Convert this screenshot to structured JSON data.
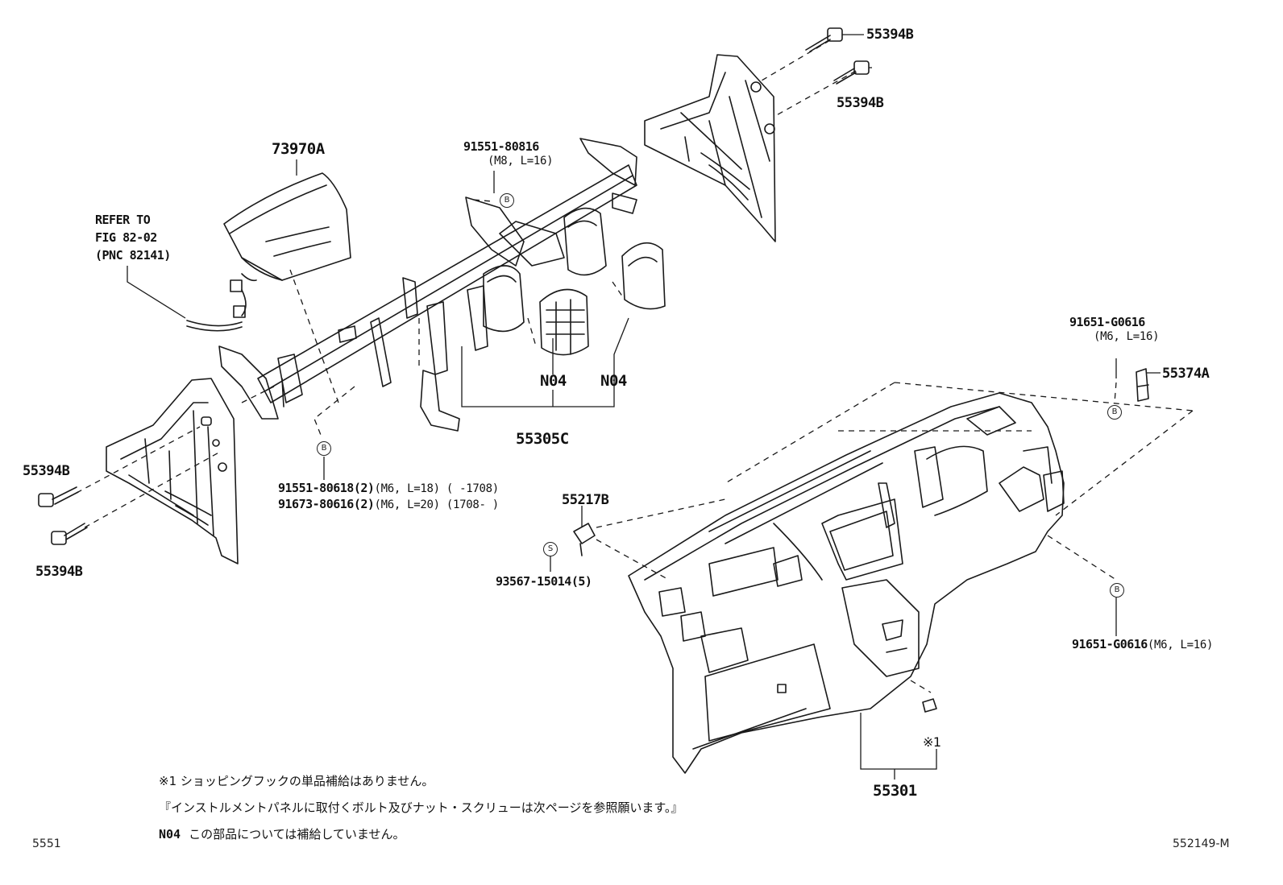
{
  "labels": {
    "p55394b_1": "55394B",
    "p55394b_2": "55394B",
    "p55394b_3": "55394B",
    "p55394b_4": "55394B",
    "p73970a": "73970A",
    "refer_1": "REFER TO",
    "refer_2": "FIG 82-02",
    "refer_3": "(PNC 82141)",
    "p91551_80816": "91551-80816",
    "p91551_80816_spec": "(M8, L=16)",
    "n04_left": "N04",
    "n04_right": "N04",
    "p55305c": "55305C",
    "p91551_80618": "91551-80618(2)",
    "p91551_80618_spec": "(M6, L=18) (      -1708)",
    "p91673_80616": "91673-80616(2)",
    "p91673_80616_spec": "(M6, L=20) (1708-      )",
    "p55217b": "55217B",
    "p93567": "93567-15014(5)",
    "p91651_top": "91651-G0616",
    "p91651_top_spec": "(M6, L=16)",
    "p55374a": "55374A",
    "p91651_bottom": "91651-G0616",
    "p91651_bottom_spec": "(M6, L=16)",
    "p55301": "55301",
    "star1": "※1"
  },
  "markers": {
    "b": "B",
    "s": "S"
  },
  "notes": {
    "note1": "※1 ショッピングフックの単品補給はありません。",
    "note2": "『インストルメントパネルに取付くボルト及びナット・スクリューは次ページを参照願います。』",
    "note3_code": "N04",
    "note3_text": "この部品については補給していません。"
  },
  "footer": {
    "left": "5551",
    "right": "552149-M"
  }
}
